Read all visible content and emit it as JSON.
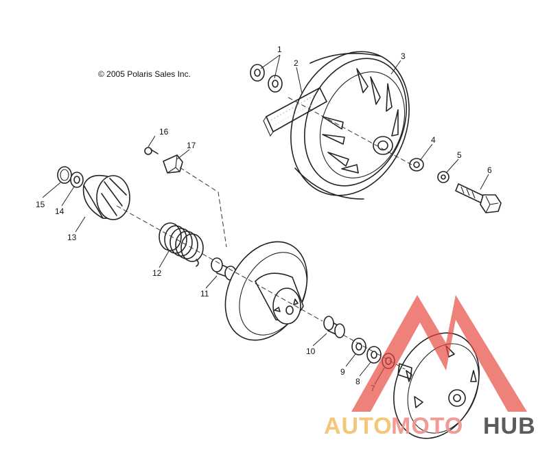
{
  "copyright": "© 2005 Polaris Sales Inc.",
  "callouts": [
    "1",
    "2",
    "3",
    "4",
    "5",
    "6",
    "7",
    "8",
    "9",
    "10",
    "11",
    "12",
    "13",
    "14",
    "15",
    "16",
    "17"
  ],
  "watermark": {
    "part1": "AUTO",
    "part2": "MOTO",
    "part3": "HUB",
    "colors": {
      "auto": "#f5c06a",
      "moto": "#f0918a",
      "hub": "#4a4a4a",
      "triangle": "#e8453c"
    }
  }
}
